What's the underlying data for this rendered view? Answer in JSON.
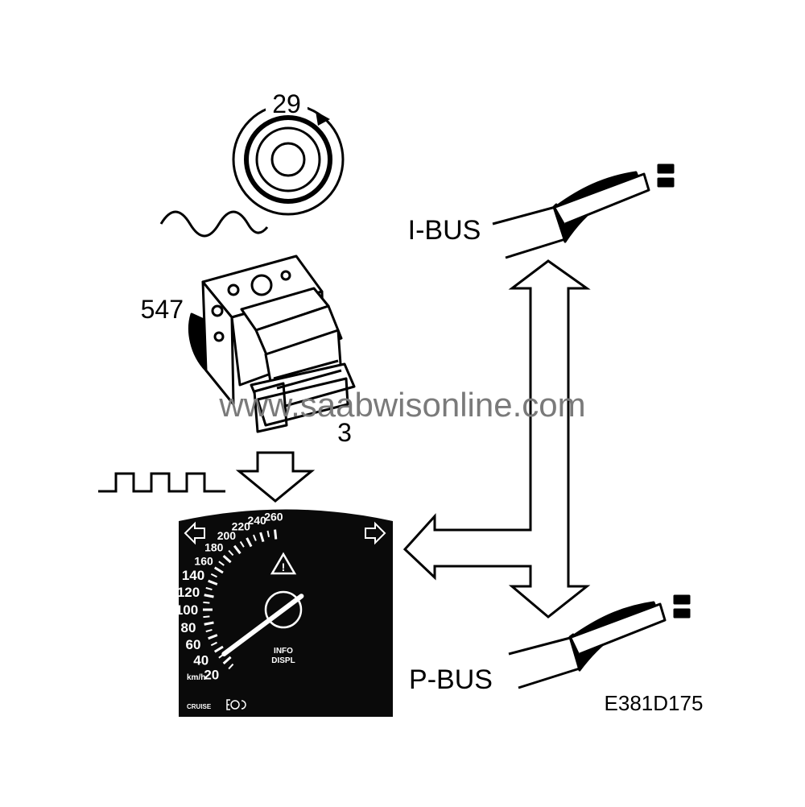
{
  "labels": {
    "sensor_ref": "29",
    "module_ref": "547",
    "module_sub_ref": "3",
    "ibus": "I-BUS",
    "pbus": "P-BUS",
    "figure_code": "E381D175",
    "watermark": "www.saabwisonline.com"
  },
  "speedometer": {
    "unit": "km/h",
    "scale": [
      "20",
      "40",
      "60",
      "80",
      "100",
      "120",
      "140",
      "160",
      "180",
      "200",
      "220",
      "240",
      "260"
    ],
    "info_line1": "INFO",
    "info_line2": "DISPL",
    "cruise": "CRUISE",
    "warning_symbol": "!",
    "needle_value_kmh": 30
  },
  "colors": {
    "ink": "#000000",
    "gauge_face": "#0a0a0a",
    "gauge_ink": "#ffffff",
    "watermark": "#7a7a7a"
  }
}
